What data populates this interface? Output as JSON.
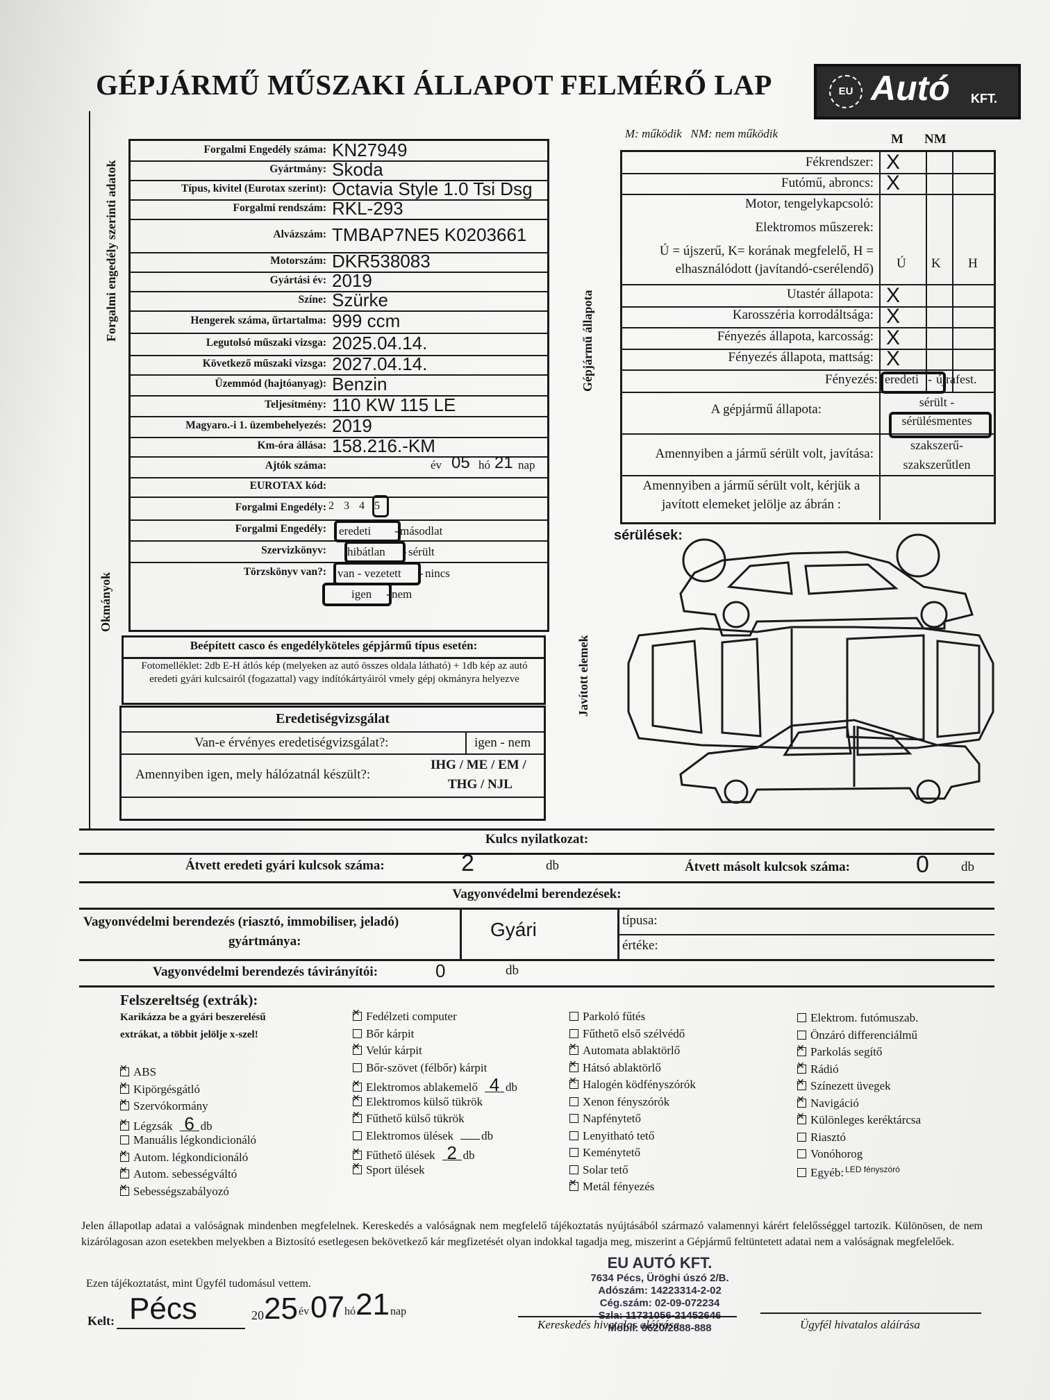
{
  "header": {
    "title": "GÉPJÁRMŰ MŰSZAKI ÁLLAPOT FELMÉRŐ LAP",
    "logo": {
      "eu": "EU",
      "brand": "Autó",
      "suffix": "KFT."
    }
  },
  "sections": {
    "forgalmi": "Forgalmi engedély szerinti adatok",
    "okmanyok": "Okmányok",
    "allapot": "Gépjármű állapota",
    "javitott": "Javított elemek"
  },
  "vehicle_rows": [
    {
      "label": "Forgalmi Engedély száma:",
      "value": "KN27949"
    },
    {
      "label": "Gyártmány:",
      "value": "Skoda"
    },
    {
      "label": "Típus, kivitel (Eurotax szerint):",
      "value": "Octavia Style 1.0 Tsi Dsg"
    },
    {
      "label": "Forgalmi rendszám:",
      "value": "RKL-293"
    },
    {
      "label": "Alvázszám:",
      "value": "TMBAP7NE5 K0203661"
    },
    {
      "label": "Motorszám:",
      "value": "DKR538083"
    },
    {
      "label": "Gyártási év:",
      "value": "2019"
    },
    {
      "label": "Színe:",
      "value": "Szürke"
    },
    {
      "label": "Hengerek száma, űrtartalma:",
      "value": "999 ccm"
    },
    {
      "label": "Legutolsó műszaki vizsga:",
      "value": "2025.04.14."
    },
    {
      "label": "Következő műszaki vizsga:",
      "value": "2027.04.14."
    },
    {
      "label": "Üzemmód (hajtóanyag):",
      "value": "Benzin"
    },
    {
      "label": "Teljesítmény:",
      "value": "110 KW 115 LE"
    },
    {
      "label": "Magyaro.-i 1. üzembehelyezés:",
      "value": "2019"
    },
    {
      "label": "Km-óra állása:",
      "value": "158.216.-KM"
    },
    {
      "label": "Ajtók száma:",
      "value": ""
    },
    {
      "label": "EUROTAX kód:",
      "value": ""
    },
    {
      "label": "Forgalmi Engedély:",
      "value": ""
    },
    {
      "label": "Forgalmi Engedély:",
      "value": ""
    },
    {
      "label": "Szervizkönyv:",
      "value": ""
    },
    {
      "label": "Törzskönyv van?:",
      "value": ""
    }
  ],
  "first_reg": {
    "ev_label": "év",
    "month": "05",
    "ho_label": "hó",
    "day": "21",
    "nap_label": "nap"
  },
  "doors": {
    "options": [
      "2",
      "3",
      "4",
      "5"
    ],
    "selected": "5"
  },
  "documents": {
    "forgalmi1": {
      "a": "eredeti",
      "sep": "-",
      "b": "másodlat"
    },
    "forgalmi2": {
      "a": "hibátlan",
      "sep": "-",
      "b": "sérült"
    },
    "szerviz": {
      "a": "van - vezetett",
      "sep": "-",
      "b": "nincs"
    },
    "torzs": {
      "a": "igen",
      "sep": "-",
      "b": "nem"
    }
  },
  "casco": {
    "title": "Beépített casco és engedélyköteles gépjármű típus esetén:",
    "text": "Fotomelléklet: 2db E-H átlós kép (melyeken az autó összes oldala látható) + 1db kép az autó eredeti gyári kulcsairól (fogazattal) vagy indítókártyáiról vmely gépj okmányra helyezve"
  },
  "eredetiseg": {
    "title": "Eredetiségvizsgálat",
    "q1": "Van-e érvényes eredetiségvizsgálat?:",
    "a1": "igen - nem",
    "q2": "Amennyiben igen, mely hálózatnál készült?:",
    "a2_line1": "IHG / ME / EM /",
    "a2_line2": "THG / NJL"
  },
  "condition": {
    "legend": "M: működik   NM: nem működik",
    "col_m": "M",
    "col_nm": "NM",
    "fek": "Fékrendszer:",
    "futo": "Futómű, abroncs:",
    "motor": "Motor, tengelykapcsoló:",
    "elektromos": "Elektromos műszerek:",
    "ukh_text1": "Ú = újszerű, K= korának megfelelő, H =",
    "ukh_text2": "elhasználódott (javítandó-cserélendő)",
    "col_u": "Ú",
    "col_k": "K",
    "col_h": "H",
    "utaster": "Utastér állapota:",
    "karosszeria": "Karosszéria korrodáltsága:",
    "fenyezes_karc": "Fényezés állapota, karcosság:",
    "fenyezes_matt": "Fényezés állapota, mattság:",
    "fenyezes": "Fényezés:",
    "fenyezes_a": "eredeti",
    "fenyezes_sep": "-",
    "fenyezes_b": "újrafest.",
    "allapot": "A gépjármű állapota:",
    "allapot_a": "sérült -",
    "allapot_b": "sérülésmentes",
    "javitas": "Amennyiben a jármű sérült volt, javítása:",
    "javitas_a": "szakszerű-",
    "javitas_b": "szakszerűtlen",
    "jelolje1": "Amennyiben a jármű sérült volt, kérjük a",
    "jelolje2": "javított elemeket jelölje az ábrán :",
    "mark": "X"
  },
  "damage": {
    "label": "sérülések:"
  },
  "keys": {
    "title": "Kulcs nyilatkozat:",
    "orig_label": "Átvett eredeti gyári kulcsok száma:",
    "orig_count": "2",
    "unit": "db",
    "copy_label": "Átvett másolt kulcsok száma:",
    "copy_count": "0"
  },
  "security": {
    "title": "Vagyonvédelmi berendezések:",
    "maker_label1": "Vagyonvédelmi berendezés (riasztó, immobiliser, jeladó)",
    "maker_label2": "gyártmánya:",
    "maker": "Gyári",
    "tipus": "típusa:",
    "erteke": "értéke:",
    "remote_label": "Vagyonvédelmi berendezés távirányítói:",
    "remote_count": "0",
    "unit": "db"
  },
  "extras": {
    "title": "Felszereltség (extrák):",
    "hint1": "Karikázza be a gyári beszerelésű",
    "hint2": "extrákat, a többit jelölje x-szel!",
    "col1": [
      {
        "t": "ABS",
        "x": true
      },
      {
        "t": "Kipörgésgátló",
        "x": true
      },
      {
        "t": "Szervókormány",
        "x": true
      },
      {
        "t": "Légzsák",
        "x": true,
        "n": "6",
        "u": "db"
      },
      {
        "t": "Manuális légkondicionáló",
        "x": false
      },
      {
        "t": "Autom. légkondicionáló",
        "x": true
      },
      {
        "t": "Autom. sebességváltó",
        "x": true
      },
      {
        "t": "Sebességszabályozó",
        "x": true
      }
    ],
    "col2": [
      {
        "t": "Fedélzeti computer",
        "x": true
      },
      {
        "t": "Bőr kárpit",
        "x": false
      },
      {
        "t": "Velúr kárpit",
        "x": true
      },
      {
        "t": "Bőr-szövet (félbőr) kárpit",
        "x": false
      },
      {
        "t": "Elektromos ablakemelő",
        "x": true,
        "n": "4",
        "u": "db"
      },
      {
        "t": "Elektromos külső tükrök",
        "x": true
      },
      {
        "t": "Fűthető külső tükrök",
        "x": true
      },
      {
        "t": "Elektromos ülések",
        "x": false,
        "n": "",
        "u": "db"
      },
      {
        "t": "Fűthető ülések",
        "x": true,
        "n": "2",
        "u": "db"
      },
      {
        "t": "Sport ülések",
        "x": true
      }
    ],
    "col3": [
      {
        "t": "Parkoló fűtés",
        "x": false
      },
      {
        "t": "Fűthető első szélvédő",
        "x": false
      },
      {
        "t": "Automata ablaktörlő",
        "x": true
      },
      {
        "t": "Hátsó ablaktörlő",
        "x": true
      },
      {
        "t": "Halogén ködfényszórók",
        "x": true
      },
      {
        "t": "Xenon fényszórók",
        "x": false
      },
      {
        "t": "Napfénytető",
        "x": false
      },
      {
        "t": "Lenyitható tető",
        "x": false
      },
      {
        "t": "Keménytető",
        "x": false
      },
      {
        "t": "Solar tető",
        "x": false
      },
      {
        "t": "Metál fényezés",
        "x": true
      }
    ],
    "col4": [
      {
        "t": "Elektrom. futómuszab.",
        "x": false
      },
      {
        "t": "Önzáró differenciálmű",
        "x": false
      },
      {
        "t": "Parkolás segítő",
        "x": true
      },
      {
        "t": "Rádió",
        "x": true
      },
      {
        "t": "Színezett üvegek",
        "x": true
      },
      {
        "t": "Navigáció",
        "x": true
      },
      {
        "t": "Különleges keréktárcsa",
        "x": true
      },
      {
        "t": "Riasztó",
        "x": false
      },
      {
        "t": "Vonóhorog",
        "x": false
      },
      {
        "t": "Egyéb:",
        "x": false,
        "note": "LED fényszóró"
      }
    ]
  },
  "declaration": {
    "p1": "Jelen állapotlap adatai a valóságnak mindenben megfelelnek. Kereskedés a valóságnak nem megfelelő tájékoztatás nyújtásából származó valamennyi kárért felelősséggel tartozik. Különösen, de nem kizárólagosan azon esetekben melyekben a Biztosító esetlegesen bekövetkező kár megfizetését olyan indokkal tagadja meg, miszerint a Gépjármű feltüntetett adatai nem a valóságnak megfelelőek.",
    "p2": "Ezen tájékoztatást, mint Ügyfél tudomásul vettem."
  },
  "signing": {
    "kelt": "Kelt:",
    "place": "Pécs",
    "year_prefix": "20",
    "year": "25",
    "ev": "év",
    "month": "07",
    "ho": "hó",
    "day": "21",
    "nap": "nap",
    "stamp": [
      "EU AUTÓ KFT.",
      "7634 Pécs, Üröghi úszó 2/B.",
      "Adószám: 14223314-2-02",
      "Cég.szám: 02-09-072234",
      "Szla: 11731056-21452646",
      "Mobil: 0620/2888-888"
    ],
    "dealer_sig": "Kereskedés hivatalos aláírása",
    "client_sig": "Ügyfél hivatalos aláírása"
  }
}
